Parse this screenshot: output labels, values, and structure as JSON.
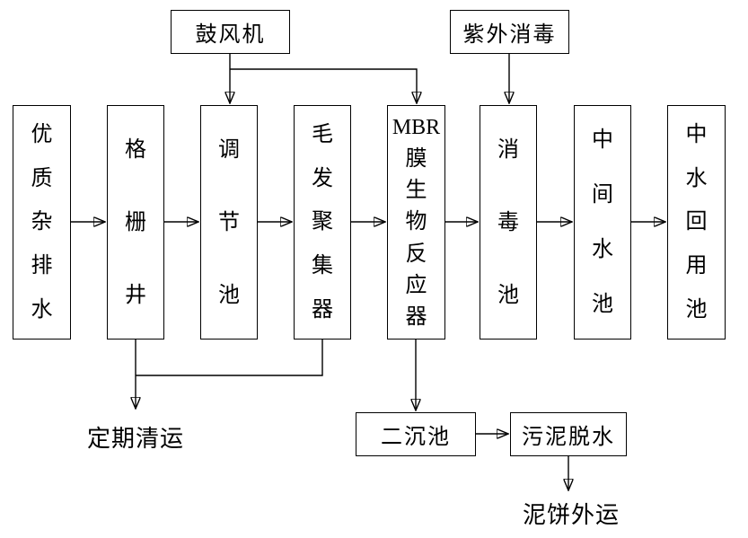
{
  "diagram": {
    "title": "wastewater reuse treatment process flow",
    "colors": {
      "line": "#000000",
      "background": "#ffffff",
      "text": "#000000"
    },
    "nodes": {
      "blower": {
        "label": "鼓风机"
      },
      "uv": {
        "label": "紫外消毒"
      },
      "raw_water": {
        "label": "优质杂排水"
      },
      "grid_well": {
        "label": "格栅井"
      },
      "regulating_tank": {
        "label": "调节池"
      },
      "hair_collector": {
        "label": "毛发聚集器"
      },
      "mbr_reactor": {
        "label": "MBR膜生物反应器"
      },
      "disinfection_tank": {
        "label": "消毒池"
      },
      "intermediate_tank": {
        "label": "中间水池"
      },
      "reuse_tank": {
        "label": "中水回用池"
      },
      "secondary_sedimentation_tank": {
        "label": "二沉池"
      },
      "sludge_dewatering": {
        "label": "污泥脱水"
      }
    },
    "free_labels": {
      "periodic_removal": "定期清运",
      "sludge_cake_out": "泥饼外运"
    },
    "edges": [
      {
        "from": "raw_water",
        "to": "grid_well",
        "arrow": true
      },
      {
        "from": "grid_well",
        "to": "regulating_tank",
        "arrow": true
      },
      {
        "from": "regulating_tank",
        "to": "hair_collector",
        "arrow": true
      },
      {
        "from": "hair_collector",
        "to": "mbr_reactor",
        "arrow": true
      },
      {
        "from": "mbr_reactor",
        "to": "disinfection_tank",
        "arrow": true
      },
      {
        "from": "disinfection_tank",
        "to": "intermediate_tank",
        "arrow": true
      },
      {
        "from": "intermediate_tank",
        "to": "reuse_tank",
        "arrow": true
      },
      {
        "from": "blower",
        "to": "regulating_tank",
        "arrow": true
      },
      {
        "from": "blower",
        "to": "mbr_reactor",
        "arrow": true
      },
      {
        "from": "uv",
        "to": "disinfection_tank",
        "arrow": true
      },
      {
        "from": "grid_well",
        "to": "periodic_removal",
        "arrow": true
      },
      {
        "from": "hair_collector",
        "to": "periodic_removal",
        "arrow": false
      },
      {
        "from": "mbr_reactor",
        "to": "secondary_sedimentation_tank",
        "arrow": true
      },
      {
        "from": "secondary_sedimentation_tank",
        "to": "sludge_dewatering",
        "arrow": true
      },
      {
        "from": "sludge_dewatering",
        "to": "sludge_cake_out",
        "arrow": true
      }
    ]
  }
}
